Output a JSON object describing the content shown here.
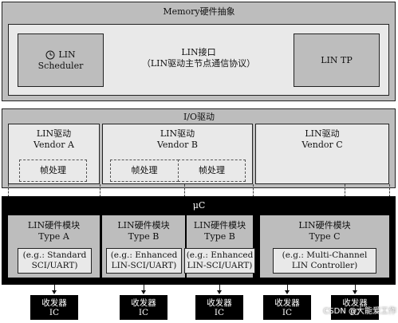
{
  "memory": {
    "title": "Memory硬件抽象"
  },
  "lin_scheduler": {
    "line1": "LIN",
    "line2": "Scheduler",
    "icon": "clock-icon"
  },
  "lin_interface": {
    "title": "LIN接口",
    "subtitle": "（LIN驱动主节点通信协议）"
  },
  "lin_tp": {
    "label": "LIN TP"
  },
  "io": {
    "title": "I/O驱动"
  },
  "vendors": [
    {
      "line1": "LIN驱动",
      "line2": "Vendor A",
      "frame": "帧处理"
    },
    {
      "line1": "LIN驱动",
      "line2": "Vendor B",
      "frame1": "帧处理",
      "frame2": "帧处理"
    },
    {
      "line1": "LIN驱动",
      "line2": "Vendor C"
    }
  ],
  "uc": {
    "title": "μC"
  },
  "modules": [
    {
      "line1": "LIN硬件模块",
      "line2": "Type A",
      "eg1": "(e.g.: Standard",
      "eg2": "SCI/UART)"
    },
    {
      "line1": "LIN硬件模块",
      "line2": "Type B",
      "eg1": "(e.g.: Enhanced",
      "eg2": "LIN-SCI/UART)"
    },
    {
      "line1": "LIN硬件模块",
      "line2": "Type B",
      "eg1": "(e.g.: Enhanced",
      "eg2": "LIN-SCI/UART)"
    },
    {
      "line1": "LIN硬件模块",
      "line2": "Type C",
      "eg1": "(e.g.: Multi-Channel",
      "eg2": "LIN Controller)"
    }
  ],
  "transceivers": [
    {
      "line1": "收发器",
      "line2": "IC"
    },
    {
      "line1": "收发器",
      "line2": "IC"
    },
    {
      "line1": "收发器",
      "line2": "IC"
    },
    {
      "line1": "收发器",
      "line2": "IC"
    },
    {
      "line1": "收发器",
      "line2": "IC"
    }
  ],
  "watermark": "CSDN @大能爱工作"
}
